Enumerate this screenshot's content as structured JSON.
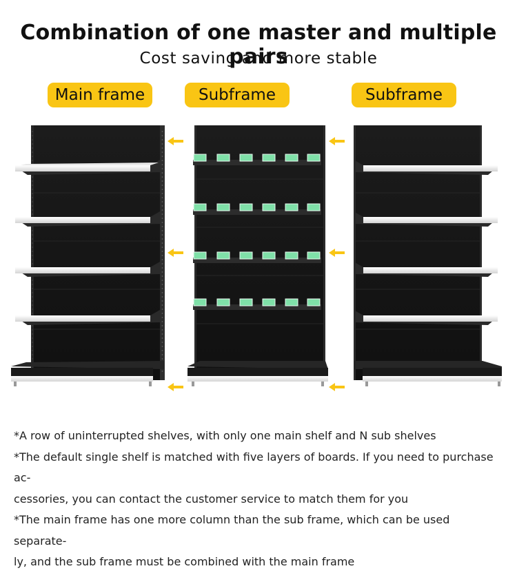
{
  "header": {
    "title": "Combination of one master and multiple pairs",
    "subtitle": "Cost saving and more stable"
  },
  "labels": {
    "main": "Main frame",
    "sub1": "Subframe",
    "sub2": "Subframe"
  },
  "colors": {
    "accent": "#f9c514",
    "frame": "#2a2a2a",
    "panel": "#161616",
    "shelf": "#f2f2f2",
    "tag": "#7fe0a8"
  },
  "icons": {
    "arrow": "arrow-left-icon"
  },
  "notes": [
    "*A row of uninterrupted shelves, with only one main shelf and N sub shelves",
    "*The default single shelf is matched with five layers of boards. If you need to purchase ac-",
    "cessories, you can contact the customer service to match them for you",
    "*The main frame has one more column than the sub frame, which can be used separate-",
    "ly, and the sub frame must be combined with the main frame"
  ]
}
